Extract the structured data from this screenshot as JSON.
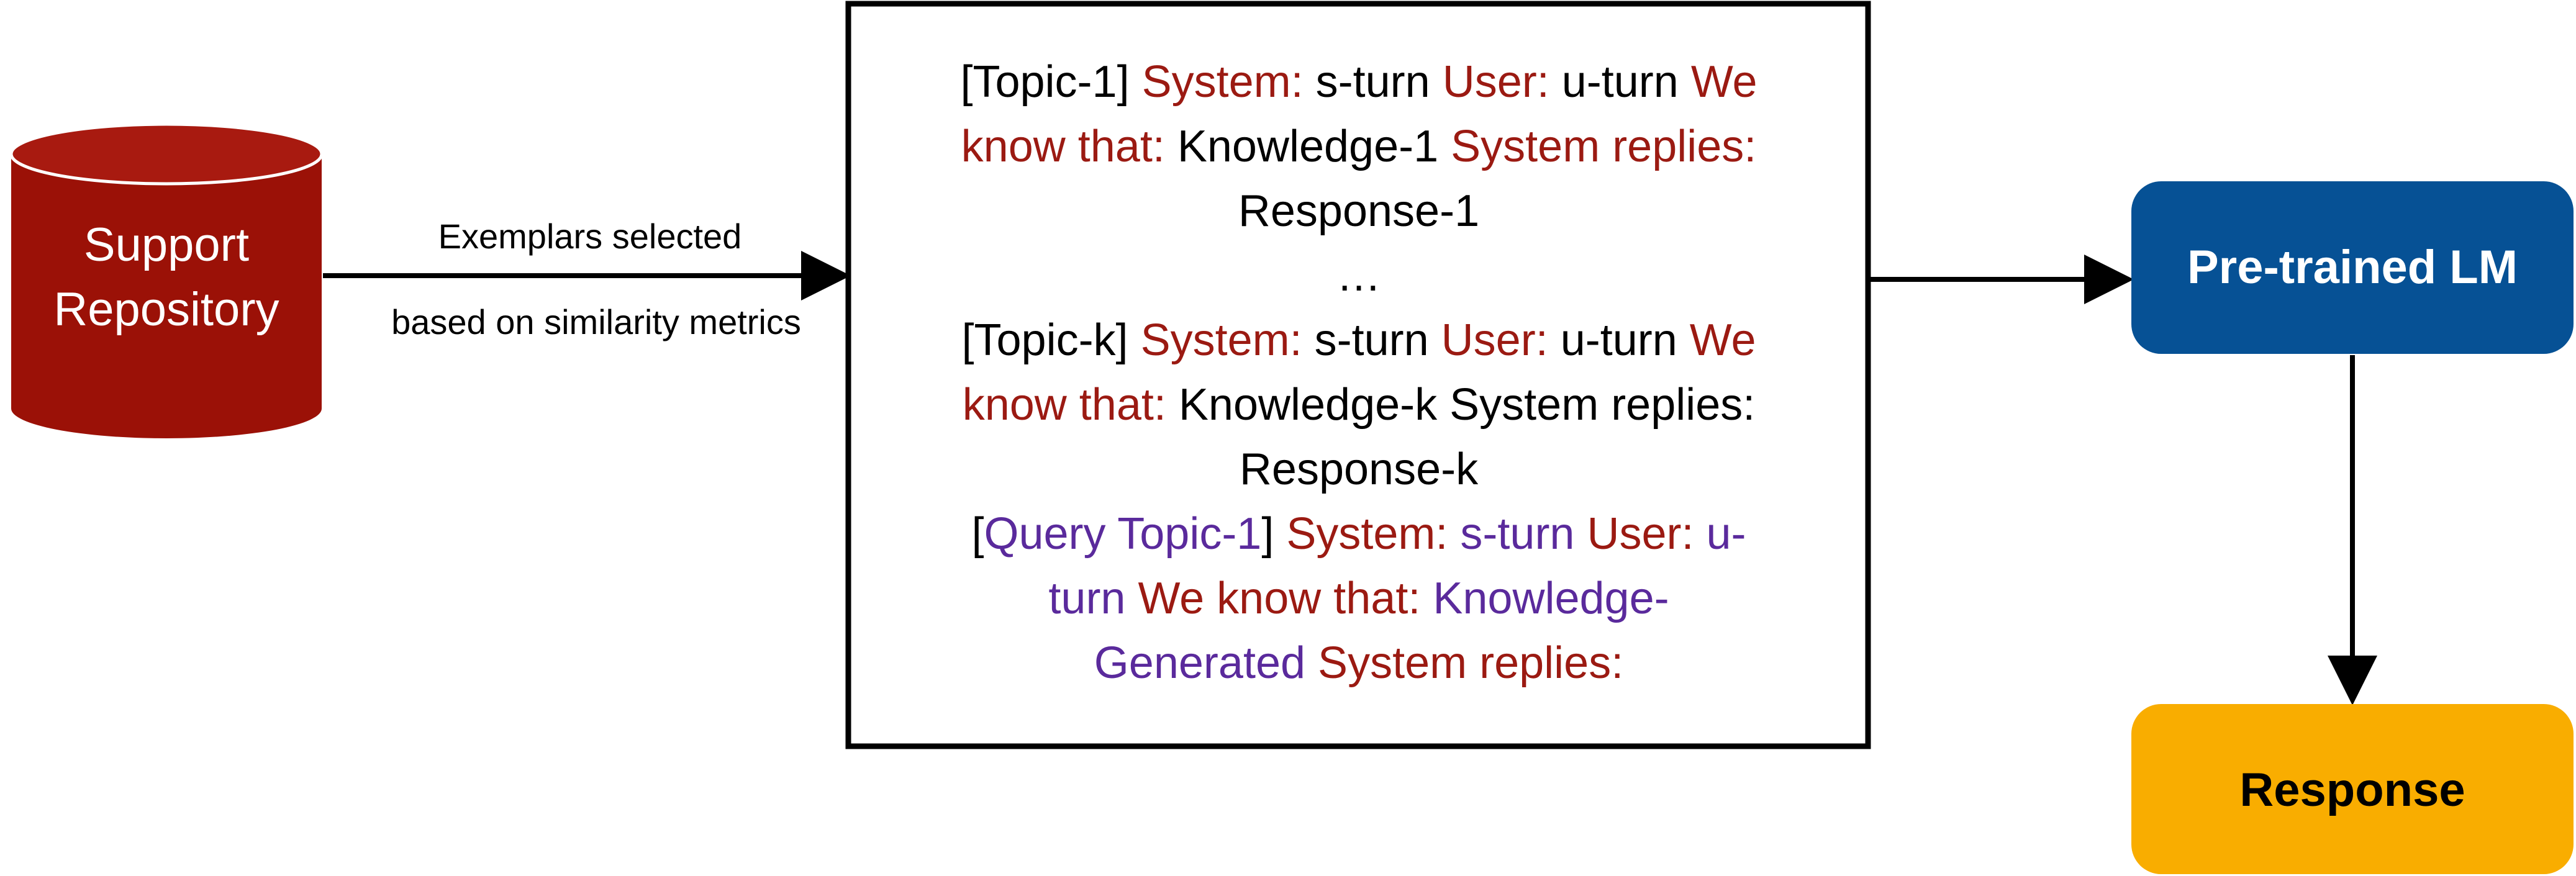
{
  "colors": {
    "repository": "#9b1107",
    "repository_top": "#a81a10",
    "lm_box": "#065195",
    "response_box": "#f9ad00",
    "keyword_red": "#9b1a12",
    "query_purple": "#5a2a9c",
    "line": "#000000"
  },
  "repository": {
    "label_line1": "Support",
    "label_line2": "Repository",
    "icon": "database-cylinder-icon"
  },
  "edge_label": {
    "line1": "Exemplars selected",
    "line2": "based on similarity metrics"
  },
  "prompt": {
    "lines": [
      [
        {
          "text": "[Topic-1] ",
          "color": "black"
        },
        {
          "text": "System: ",
          "color": "red"
        },
        {
          "text": "s-turn ",
          "color": "black"
        },
        {
          "text": "User: ",
          "color": "red"
        },
        {
          "text": "u-turn ",
          "color": "black"
        },
        {
          "text": "We",
          "color": "red"
        }
      ],
      [
        {
          "text": "know that: ",
          "color": "red"
        },
        {
          "text": "Knowledge-1 ",
          "color": "black"
        },
        {
          "text": "System replies:",
          "color": "red"
        }
      ],
      [
        {
          "text": "Response-1",
          "color": "black"
        }
      ],
      [
        {
          "text": "…",
          "color": "black"
        }
      ],
      [
        {
          "text": "[Topic-k] ",
          "color": "black"
        },
        {
          "text": "System: ",
          "color": "red"
        },
        {
          "text": "s-turn ",
          "color": "black"
        },
        {
          "text": "User: ",
          "color": "red"
        },
        {
          "text": "u-turn ",
          "color": "black"
        },
        {
          "text": "We",
          "color": "red"
        }
      ],
      [
        {
          "text": "know that: ",
          "color": "red"
        },
        {
          "text": "Knowledge-k System replies:",
          "color": "black"
        }
      ],
      [
        {
          "text": "Response-k",
          "color": "black"
        }
      ],
      [
        {
          "text": "[",
          "color": "black"
        },
        {
          "text": "Query Topic-1",
          "color": "purple"
        },
        {
          "text": "] ",
          "color": "black"
        },
        {
          "text": "System: ",
          "color": "red"
        },
        {
          "text": "s-turn ",
          "color": "purple"
        },
        {
          "text": "User: ",
          "color": "red"
        },
        {
          "text": "u-",
          "color": "purple"
        }
      ],
      [
        {
          "text": "turn ",
          "color": "purple"
        },
        {
          "text": "We know that: ",
          "color": "red"
        },
        {
          "text": "Knowledge-",
          "color": "purple"
        }
      ],
      [
        {
          "text": "Generated ",
          "color": "purple"
        },
        {
          "text": "System replies:",
          "color": "red"
        }
      ]
    ]
  },
  "lm": {
    "label": "Pre-trained LM"
  },
  "response": {
    "label": "Response"
  }
}
